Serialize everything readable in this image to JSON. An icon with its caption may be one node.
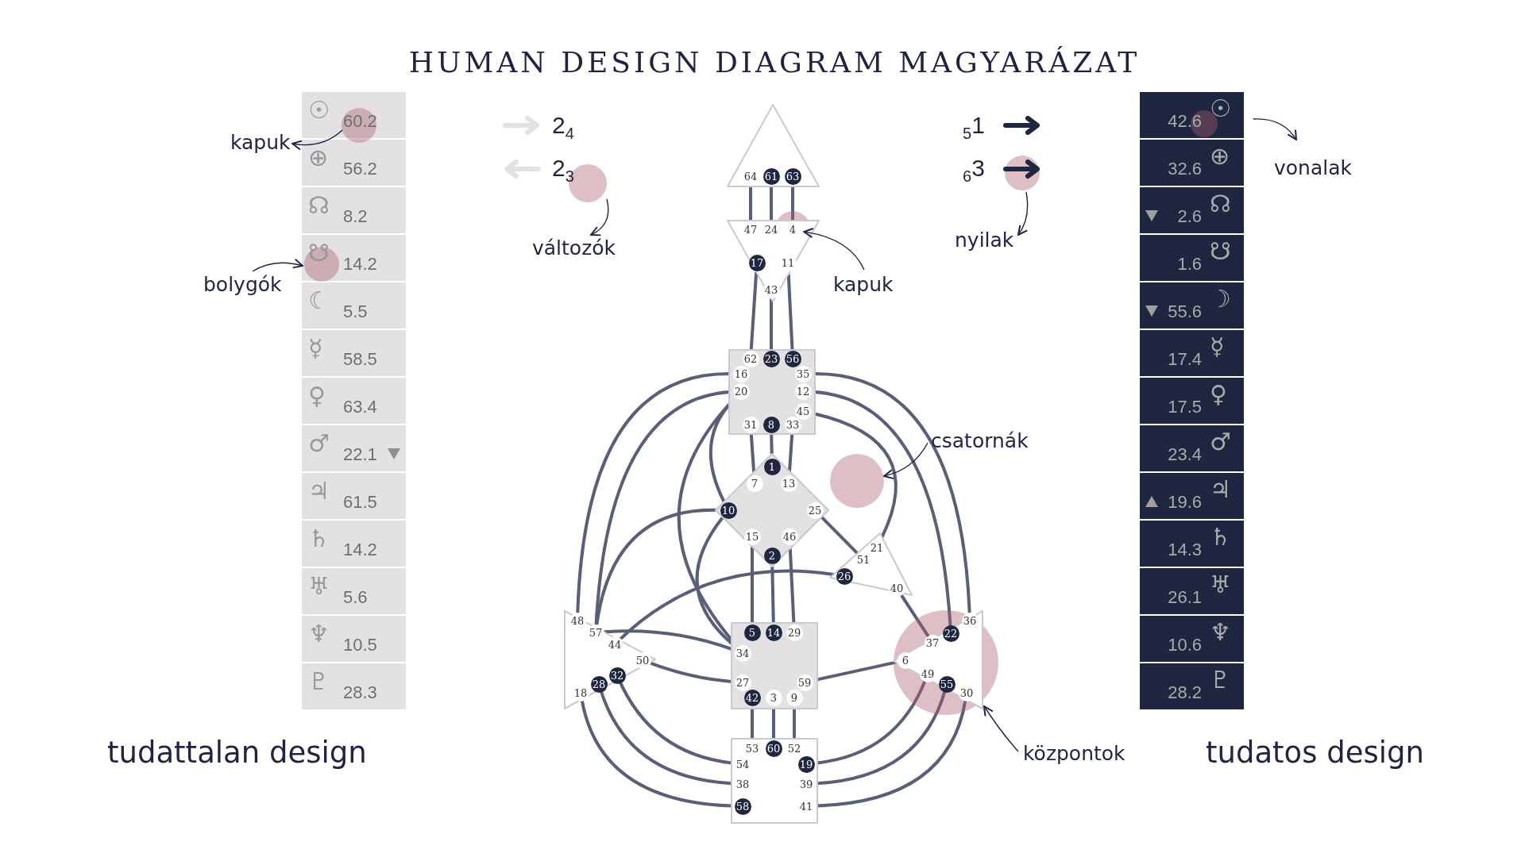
{
  "diagram": {
    "title": "HUMAN DESIGN DIAGRAM MAGYARÁZAT",
    "nodes": [
      {
        "text": [
          "kapuk"
        ]
      },
      {
        "text": [],
        "shape": "circle"
      },
      {
        "text": [
          "bolygók"
        ]
      },
      {
        "text": [],
        "shape": "circle"
      },
      {
        "text": [
          "változók"
        ]
      },
      {
        "text": [],
        "shape": "circle"
      },
      {
        "text": [
          "64",
          "61",
          "63"
        ]
      },
      {
        "text": [
          "47",
          "24",
          "4",
          "17",
          "11",
          "43"
        ]
      },
      {
        "text": [
          "kapuk"
        ]
      },
      {
        "text": [
          "nyilak"
        ]
      },
      {
        "text": [],
        "shape": "circle"
      },
      {
        "text": [
          "vonalak"
        ]
      },
      {
        "text": [],
        "shape": "circle"
      },
      {
        "text": [
          "62",
          "23",
          "56",
          "16",
          "35",
          "20",
          "12",
          "45",
          "31",
          "8",
          "33"
        ]
      },
      {
        "text": [
          "1",
          "7",
          "13",
          "10",
          "25",
          "15",
          "46",
          "2"
        ]
      },
      {
        "text": [
          "csatornák"
        ]
      },
      {
        "text": [
          "21",
          "51",
          "26",
          "40"
        ]
      },
      {
        "text": [
          "48",
          "57",
          "44",
          "50",
          "32",
          "28",
          "18"
        ]
      },
      {
        "text": [
          "5",
          "14",
          "29",
          "34",
          "27",
          "59",
          "42",
          "3",
          "9"
        ]
      },
      {
        "text": [
          "36",
          "22",
          "37",
          "6",
          "49",
          "55",
          "30"
        ]
      },
      {
        "text": [
          "53",
          "60",
          "52",
          "54",
          "19",
          "38",
          "39",
          "58",
          "41"
        ]
      },
      {
        "text": [
          "központok"
        ]
      },
      {
        "text": [],
        "shape": "circle"
      }
    ],
    "edges": [
      {
        "from": 1,
        "to": 0,
        "arrow": "to"
      },
      {
        "from": 2,
        "to": 3,
        "arrow": "to"
      },
      {
        "from": 5,
        "to": 4,
        "arrow": "to"
      },
      {
        "from": 8,
        "to": 7,
        "arrow": "to"
      },
      {
        "from": 10,
        "to": 9,
        "arrow": "to"
      },
      {
        "from": 12,
        "to": 11,
        "arrow": "to"
      },
      {
        "from": 15,
        "to": 22,
        "arrow": "to"
      },
      {
        "from": 21,
        "to": 19,
        "arrow": "to"
      },
      {
        "from": 6,
        "to": 7,
        "arrow": "none"
      },
      {
        "from": 6,
        "to": 7,
        "arrow": "none"
      },
      {
        "from": 6,
        "to": 7,
        "arrow": "none"
      },
      {
        "from": 7,
        "to": 13,
        "arrow": "none"
      },
      {
        "from": 7,
        "to": 13,
        "arrow": "none"
      },
      {
        "from": 7,
        "to": 13,
        "arrow": "none"
      },
      {
        "from": 13,
        "to": 14,
        "arrow": "none"
      },
      {
        "from": 13,
        "to": 14,
        "arrow": "none"
      },
      {
        "from": 13,
        "to": 14,
        "arrow": "none"
      },
      {
        "from": 13,
        "to": 16,
        "arrow": "none"
      },
      {
        "from": 13,
        "to": 17,
        "arrow": "none"
      },
      {
        "from": 13,
        "to": 17,
        "arrow": "none"
      },
      {
        "from": 13,
        "to": 19,
        "arrow": "none"
      },
      {
        "from": 13,
        "to": 19,
        "arrow": "none"
      },
      {
        "from": 13,
        "to": 18,
        "arrow": "none"
      },
      {
        "from": 14,
        "to": 18,
        "arrow": "none"
      },
      {
        "from": 14,
        "to": 18,
        "arrow": "none"
      },
      {
        "from": 14,
        "to": 18,
        "arrow": "none"
      },
      {
        "from": 14,
        "to": 16,
        "arrow": "none"
      },
      {
        "from": 14,
        "to": 17,
        "arrow": "none"
      },
      {
        "from": 14,
        "to": 18,
        "arrow": "none"
      },
      {
        "from": 14,
        "to": 13,
        "arrow": "none"
      },
      {
        "from": 16,
        "to": 17,
        "arrow": "none"
      },
      {
        "from": 16,
        "to": 19,
        "arrow": "none"
      },
      {
        "from": 17,
        "to": 18,
        "arrow": "none"
      },
      {
        "from": 17,
        "to": 18,
        "arrow": "none"
      },
      {
        "from": 17,
        "to": 20,
        "arrow": "none"
      },
      {
        "from": 17,
        "to": 20,
        "arrow": "none"
      },
      {
        "from": 17,
        "to": 20,
        "arrow": "none"
      },
      {
        "from": 18,
        "to": 20,
        "arrow": "none"
      },
      {
        "from": 18,
        "to": 20,
        "arrow": "none"
      },
      {
        "from": 18,
        "to": 20,
        "arrow": "none"
      },
      {
        "from": 18,
        "to": 19,
        "arrow": "none"
      },
      {
        "from": 19,
        "to": 20,
        "arrow": "none"
      },
      {
        "from": 19,
        "to": 20,
        "arrow": "none"
      },
      {
        "from": 19,
        "to": 20,
        "arrow": "none"
      }
    ],
    "labels": [
      "☉",
      "60.2",
      "⊕",
      "56.2",
      "☊",
      "8.2",
      "☋",
      "14.2",
      "☾",
      "5.5",
      "☿",
      "58.5",
      "♀",
      "63.4",
      "♂",
      "22.1",
      "♃",
      "61.5",
      "♄",
      "14.2",
      "♅",
      "5.6",
      "♆",
      "10.5",
      "♇",
      "28.3",
      "2$_{4}$",
      "2$_{3}$",
      "$_{5}$1",
      "$_{6}$3",
      "42.6",
      "☉",
      "32.6",
      "⊕",
      "2.6",
      "☊",
      "1.6",
      "☋",
      "55.6",
      "☽",
      "17.4",
      "☿",
      "17.5",
      "♀",
      "23.4",
      "♂",
      "19.6",
      "♃",
      "14.3",
      "♄",
      "26.1",
      "♅",
      "10.6",
      "♆",
      "28.2",
      "♇",
      "tudattalan design",
      "tudatos design"
    ]
  }
}
